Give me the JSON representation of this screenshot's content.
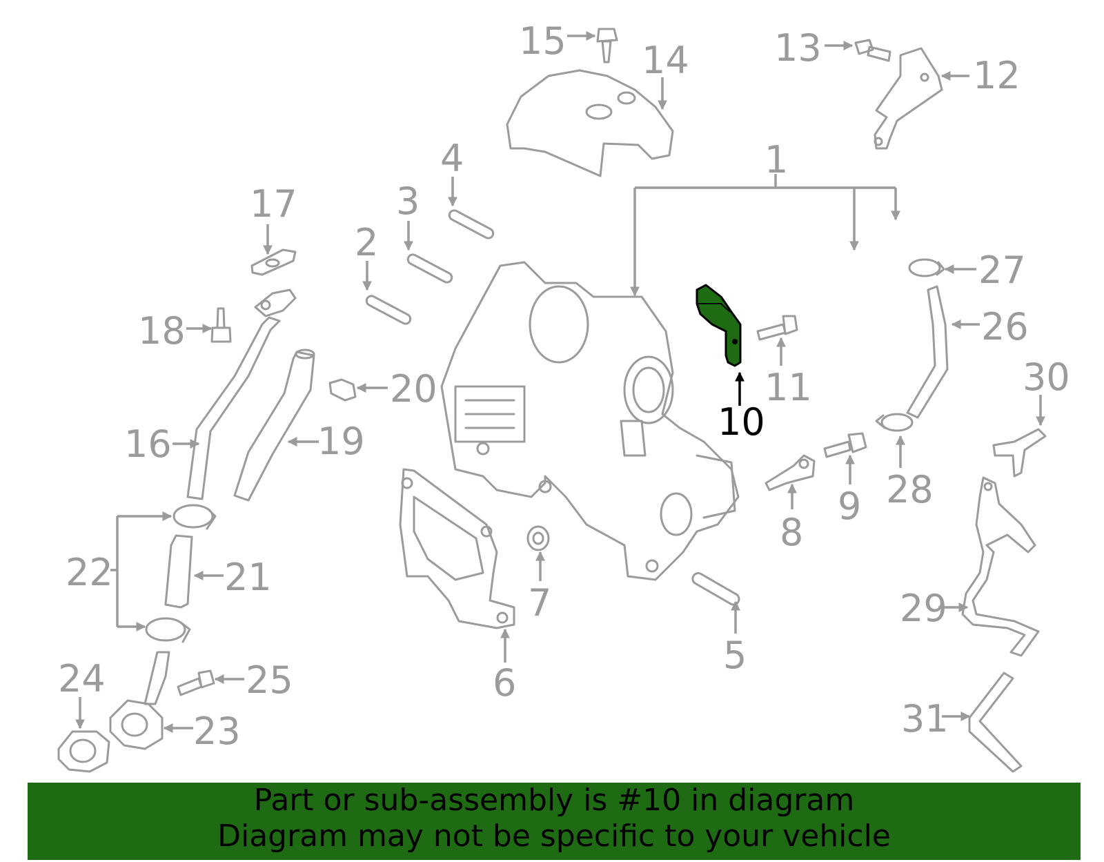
{
  "diagram": {
    "highlight_color": "#1e6b14",
    "line_color": "#9b9b9b",
    "highlighted_part": "10",
    "callouts": [
      "1",
      "2",
      "3",
      "4",
      "5",
      "6",
      "7",
      "8",
      "9",
      "10",
      "11",
      "12",
      "13",
      "14",
      "15",
      "16",
      "17",
      "18",
      "19",
      "20",
      "21",
      "22",
      "23",
      "24",
      "25",
      "26",
      "27",
      "28",
      "29",
      "30",
      "31"
    ]
  },
  "banner": {
    "line1": "Part or sub-assembly is #10 in diagram",
    "line2": "Diagram may not be specific to your vehicle",
    "background": "#1e6b14"
  }
}
